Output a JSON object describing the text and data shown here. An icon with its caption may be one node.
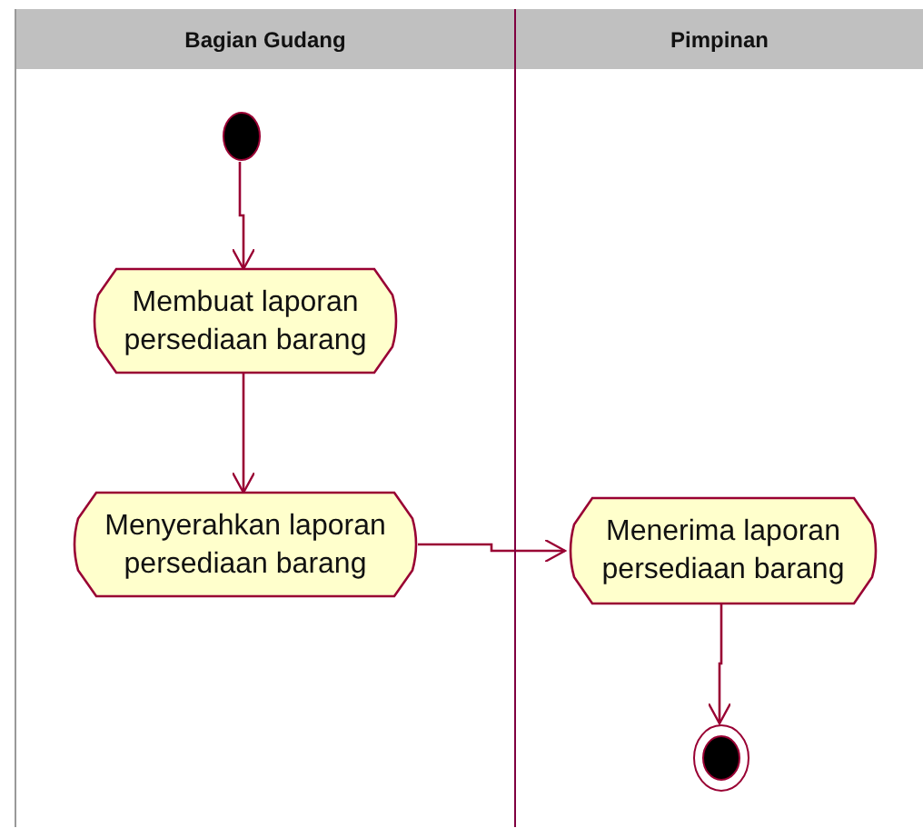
{
  "diagram": {
    "nodes": [
      {
        "text": [
          "Bagian Gudang"
        ]
      },
      {
        "text": [
          "Pimpinan"
        ]
      },
      {
        "text": [],
        "shape": "circle",
        "in": 0
      },
      {
        "text": [
          "Membuat laporan persediaan barang"
        ],
        "in": 0
      },
      {
        "text": [
          "Menyerahkan laporan persediaan barang"
        ],
        "in": 0
      },
      {
        "text": [
          "Menerima laporan persediaan barang"
        ],
        "in": 1
      },
      {
        "text": [],
        "shape": "circle",
        "in": 1
      }
    ],
    "edges": [
      {
        "from": 2,
        "to": 3,
        "arrow": "to"
      },
      {
        "from": 3,
        "to": 4,
        "arrow": "to"
      },
      {
        "from": 4,
        "to": 5,
        "arrow": "to"
      },
      {
        "from": 5,
        "to": 6,
        "arrow": "to"
      }
    ]
  }
}
